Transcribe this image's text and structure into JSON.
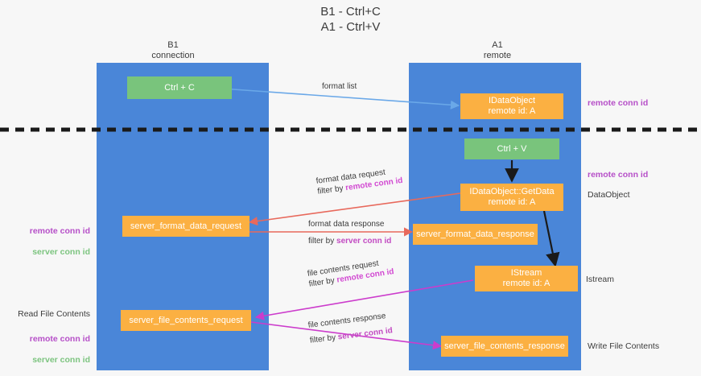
{
  "title": "B1 - Ctrl+C\nA1 - Ctrl+V",
  "columns": {
    "left": "B1\nconnection",
    "right": "A1\nremote"
  },
  "colors": {
    "lane": "#4a86d8",
    "green": "#79c47c",
    "orange": "#fbb042",
    "remote_conn_id": "#b64fc8",
    "server_conn_id": "#7cc47f",
    "arrow_format_list": "#6aa8e8",
    "arrow_format_data": "#e8695c",
    "arrow_file_contents": "#cc3ccc",
    "arrow_black": "#1a1a1a",
    "divider": "#1a1a1a"
  },
  "boxes": {
    "ctrl_c": "Ctrl + C",
    "ctrl_v": "Ctrl + V",
    "idataobject": "IDataObject\nremote id: A",
    "getdata": "IDataObject::GetData\nremote id: A",
    "istream": "IStream\nremote id: A",
    "server_format_data_request": "server_format_data_request",
    "server_format_data_response": "server_format_data_response",
    "server_file_contents_request": "server_file_contents_request",
    "server_file_contents_response": "server_file_contents_response"
  },
  "right_labels": {
    "remote_conn_id_top": "remote conn id",
    "remote_conn_id_mid": "remote conn id",
    "dataobject": "DataObject",
    "istream": "Istream",
    "write_file_contents": "Write File Contents"
  },
  "left_labels": {
    "conn_ids_format": {
      "remote": "remote conn id",
      "server": "server conn id"
    },
    "read_file_contents": "Read File Contents",
    "conn_ids_file": {
      "remote": "remote conn id",
      "server": "server conn id"
    }
  },
  "flows": {
    "format_list": "format list",
    "format_data_request_line1": "format data request",
    "format_data_request_line2_pre": "filter by ",
    "format_data_request_line2_em": "remote conn id",
    "format_data_response_line1": "format data response",
    "format_data_response_line2_pre": "filter by ",
    "format_data_response_line2_em": "server conn id",
    "file_contents_request_line1": "file contents request",
    "file_contents_request_line2_pre": "filter by ",
    "file_contents_request_line2_em": "remote conn id",
    "file_contents_response_line1": "file contents response",
    "file_contents_response_line2_pre": "filter by ",
    "file_contents_response_line2_em": "server conn id"
  }
}
